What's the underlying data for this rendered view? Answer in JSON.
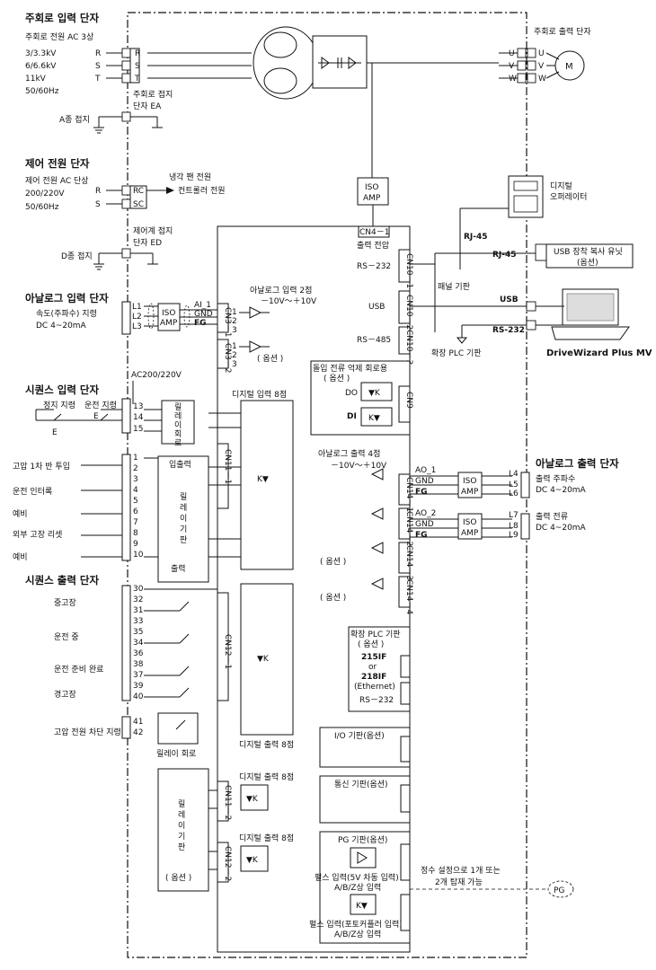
{
  "left": {
    "main_input": {
      "title": "주회로 입력 단자",
      "line1": "주회로 전원 AC 3상",
      "line2": "3/3.3kV",
      "line3": "6/6.6kV",
      "line4": "11kV",
      "line5": "50/60Hz",
      "terms": [
        "R",
        "S",
        "T"
      ]
    },
    "ground_ea": {
      "title": "주회로 접지",
      "title2": "단자 EA",
      "label": "A종 접지"
    },
    "control_power": {
      "title": "제어 전원 단자",
      "line1": "제어 전원 AC 단상",
      "line2": "200/220V",
      "line3": "50/60Hz",
      "terms": [
        "R",
        "S"
      ],
      "box_terms": [
        "RC",
        "SC"
      ],
      "fan1": "냉각 팬 전원",
      "fan2": "컨트롤러 전원"
    },
    "ground_ed": {
      "title": "제어계 접지",
      "title2": "단자 ED",
      "label": "D종 접지"
    },
    "analog_input": {
      "title": "아날로그 입력 단자",
      "line1": "속도(주파수) 지령",
      "line2": "DC 4~20mA",
      "terms": [
        "L1",
        "L2",
        "L3"
      ],
      "iso": [
        "ISO",
        "AMP"
      ],
      "ai": [
        "AI_1",
        "GND",
        "FG"
      ]
    },
    "seq_input": {
      "title": "시퀀스 입력 단자",
      "ac": "AC200/220V",
      "stop": "정지 지령",
      "run": "운전 지령",
      "e1": "E",
      "e2": "E",
      "nums": [
        "13",
        "14",
        "15"
      ],
      "relay": [
        "릴",
        "레",
        "이",
        "회",
        "로"
      ],
      "items": [
        "고압 1차 반 투입",
        "운전 인터록",
        "예비",
        "외부 고장 리셋",
        "예비"
      ],
      "in_nums": [
        "1",
        "2",
        "3",
        "4",
        "5",
        "6",
        "7",
        "8",
        "9",
        "10"
      ],
      "io_title": "입출력",
      "io_relay": [
        "릴",
        "레",
        "이",
        "기",
        "판"
      ],
      "io_out": "출력"
    },
    "seq_output": {
      "title": "시퀀스 출력 단자",
      "items": [
        "중고장",
        "운전 중",
        "운전 준비 완료",
        "경고장",
        "고압 전원 차단 지령"
      ],
      "nums": [
        "30",
        "31",
        "32",
        "33",
        "34",
        "35",
        "36",
        "37",
        "38",
        "39",
        "40",
        "41",
        "42"
      ],
      "relay_label": "릴레이 회로"
    },
    "option_relay": {
      "chars": [
        "릴",
        "레",
        "이",
        "기",
        "판"
      ],
      "opt": "( 옵션 )"
    }
  },
  "center": {
    "iso_amp": [
      "ISO",
      "AMP"
    ],
    "cn4": "CN4－1",
    "out_volt": "출력 전압",
    "rs232": "RS－232",
    "usb": "USB",
    "rs485": "RS－485",
    "cn10": [
      "CN10－1",
      "CN10－2",
      "CN10－3"
    ],
    "cn3": [
      "CN3－1",
      "CN3－2"
    ],
    "ai2_title": "아날로그 입력 2점",
    "ai2_range": "－10V～＋10V",
    "opt": "( 옵션 )",
    "inrush_title": "돌입 전류 억제 회로용",
    "inrush_opt": "( 옵션 )",
    "do": "DO",
    "di": "DI",
    "cn9": "CN9",
    "di8": "디지털 입력 8점",
    "do8": "디지털 출력 8점",
    "do8b": "디지털 출력 8점",
    "do8c": "디지털 출력 8점",
    "cn11": [
      "CN11－1",
      "CN11－2"
    ],
    "cn12": [
      "CN12－1",
      "CN12－2"
    ],
    "ao_title": "아날로그 출력 4점",
    "ao_range": "－10V～＋10V",
    "ao1": [
      "AO_1",
      "GND",
      "FG"
    ],
    "ao2": [
      "AO_2",
      "GND",
      "FG"
    ],
    "cn14": [
      "CN14－1",
      "CN14－2",
      "CN14－3",
      "CN14－4"
    ],
    "plc_title": "확장 PLC 기판",
    "plc_opt": "( 옵션 )",
    "plc_models": [
      "215IF",
      "or",
      "218IF",
      "(Ethernet)"
    ],
    "plc_rs232": "RS－232",
    "io_board": "I/O 기판(옵션)",
    "comm_board": "통신 기판(옵션)",
    "pg_board": "PG 기판(옵션)",
    "pg_in1": "펄스 입력(5V 차동 입력)",
    "pg_in1b": "A/B/Z상 입력",
    "pg_in2": "펄스 입력(포토커플러 입력)",
    "pg_in2b": "A/B/Z상 입력"
  },
  "right": {
    "main_output": "주회로 출력 단자",
    "uvw": [
      "U",
      "V",
      "W"
    ],
    "motor": "M",
    "dig_op1": "디지털",
    "dig_op2": "오퍼레이터",
    "rj45a": "RJ-45",
    "rj45b": "RJ-45",
    "usb_copy1": "USB 장착 복사 유닛",
    "usb_copy2": "(옵션)",
    "panel": "패널 기판",
    "usb": "USB",
    "rs232": "RS-232",
    "ext_plc": "확장 PLC 기판",
    "pc_label": "DriveWizard Plus MV",
    "ao_title": "아날로그 출력 단자",
    "ao1a": "출력 주파수",
    "ao1b": "DC 4~20mA",
    "ao2a": "출력 전류",
    "ao2b": "DC 4~20mA",
    "ao_terms": [
      "L4",
      "L5",
      "L6",
      "L7",
      "L8",
      "L9"
    ],
    "pg_note1": "정수 설정으로 1개 또는",
    "pg_note2": "2개 탑재 가능",
    "pg": "PG"
  }
}
